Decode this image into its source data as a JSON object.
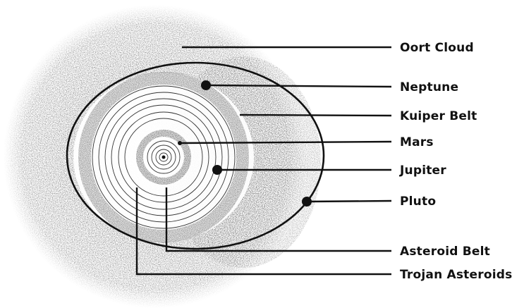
{
  "labels": {
    "oort_cloud": "Oort Cloud",
    "neptune": "Neptune",
    "kuiper_belt": "Kuiper Belt",
    "mars": "Mars",
    "jupiter": "Jupiter",
    "pluto": "Pluto",
    "asteroid_belt": "Asteroid Belt",
    "trojan_asteroids": "Trojan Asteroids"
  },
  "colors": {
    "ink": "#111111",
    "stipple": "#8a8a8a",
    "background": "#ffffff"
  }
}
